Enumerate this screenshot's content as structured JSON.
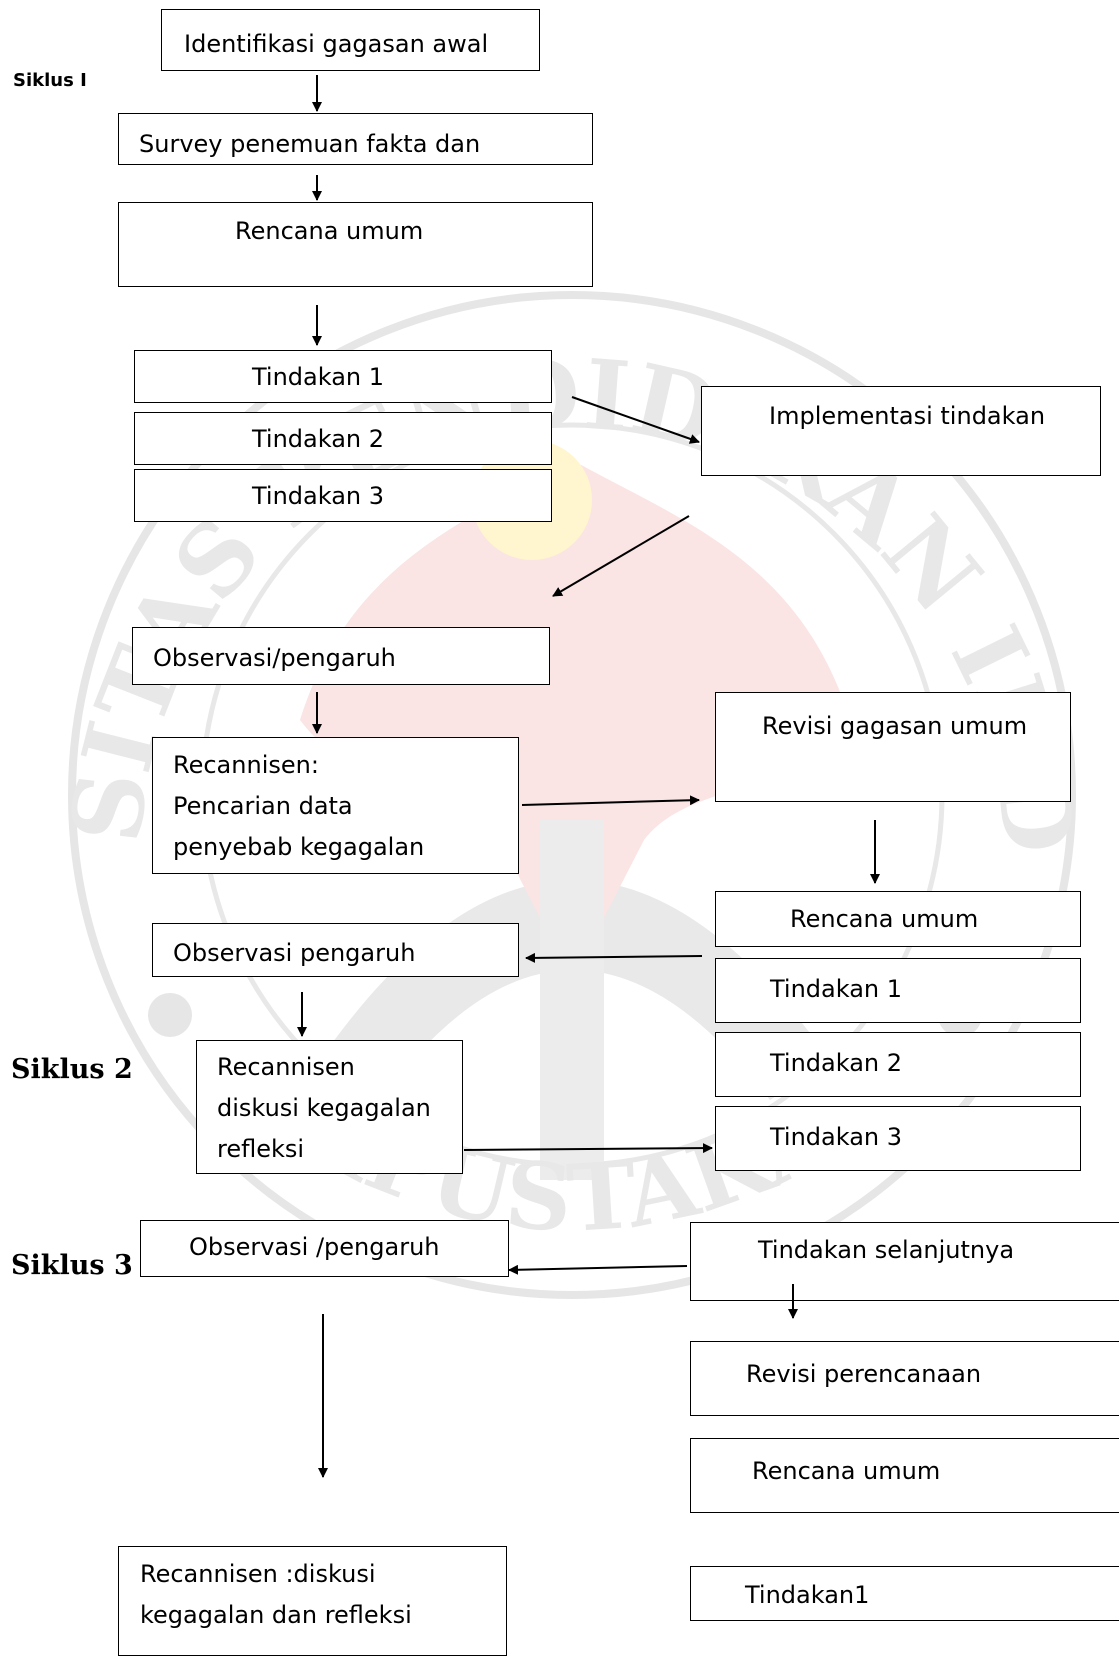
{
  "colors": {
    "watermark_ring": "#e4e4e4",
    "watermark_red": "#fbe4e4",
    "watermark_yellow": "#fff6cf"
  },
  "labels": {
    "siklus1": "Siklus I",
    "siklus2": "Siklus 2",
    "siklus3": "Siklus 3"
  },
  "watermark": {
    "text": "UNIVERSITAS PENDIDIKAN INDONESIA",
    "bottom_text": "PERPUSTAKAAN"
  },
  "boxes": {
    "identifikasi": "Identifikasi gagasan awal",
    "survey": "Survey penemuan fakta dan",
    "rencana1": "Rencana umum",
    "tindakan1a": "Tindakan 1",
    "tindakan2a": "Tindakan 2",
    "tindakan3a": "Tindakan 3",
    "implementasi": "Implementasi tindakan",
    "observasi1": "Observasi/pengaruh",
    "recannisen1": [
      "Recannisen:",
      "Pencarian data",
      "penyebab kegagalan"
    ],
    "revisi_gagasan": "Revisi gagasan umum",
    "rencana2": "Rencana umum",
    "observasi2": "Observasi pengaruh",
    "tindakan1b": "Tindakan 1",
    "tindakan2b": "Tindakan 2",
    "recannisen2": [
      "Recannisen",
      "diskusi kegagalan",
      "refleksi"
    ],
    "tindakan3b": "Tindakan 3",
    "observasi3": "Observasi /pengaruh",
    "tindakan_selanjutnya": "Tindakan selanjutnya",
    "revisi_perencanaan": "Revisi perencanaan",
    "rencana3": "Rencana umum",
    "recannisen3": [
      "Recannisen   :diskusi",
      "kegagalan dan refleksi"
    ],
    "tindakan1c": "Tindakan1"
  }
}
